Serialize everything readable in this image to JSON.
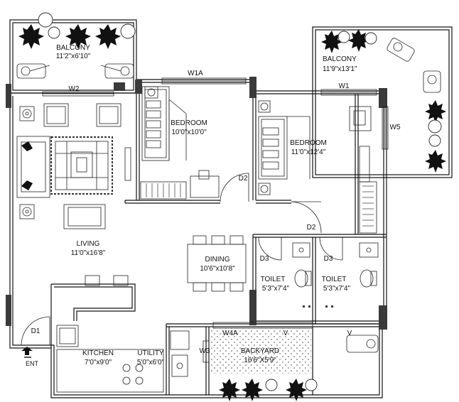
{
  "rooms": {
    "balcony_left": {
      "name": "BALCONY",
      "size": "11'2\"x6'10\""
    },
    "balcony_right": {
      "name": "BALCONY",
      "size": "11'9\"x13'1\""
    },
    "bedroom1": {
      "name": "BEDROOM",
      "size": "10'0\"x10'0\""
    },
    "bedroom2": {
      "name": "BEDROOM",
      "size": "11'0\"x12'4\""
    },
    "living": {
      "name": "LIVING",
      "size": "11'0\"x16'8\""
    },
    "dining": {
      "name": "DINING",
      "size": "10'6\"x10'8\""
    },
    "toilet1": {
      "name": "TOILET",
      "size": "5'3\"x7'4\""
    },
    "toilet2": {
      "name": "TOILET",
      "size": "5'3\"x7'4\""
    },
    "kitchen": {
      "name": "KITCHEN",
      "size": "7'0\"x9'0\""
    },
    "utility": {
      "name": "UTILITY",
      "size": "5'0\"x6'0\""
    },
    "backyard": {
      "name": "BACKYARD",
      "size": "16'6\"X5'9\""
    }
  },
  "openings": {
    "w1a": "W1A",
    "w2": "W2",
    "w1": "W1",
    "w5": "W5",
    "w4a": "W4A",
    "w3": "W3",
    "v1": "V",
    "v2": "V",
    "d1": "D1",
    "d2a": "D2",
    "d2b": "D2",
    "d3a": "D3",
    "d3b": "D3"
  },
  "entrance": {
    "label": "ENT",
    "icon": "entrance-arrow-icon"
  }
}
